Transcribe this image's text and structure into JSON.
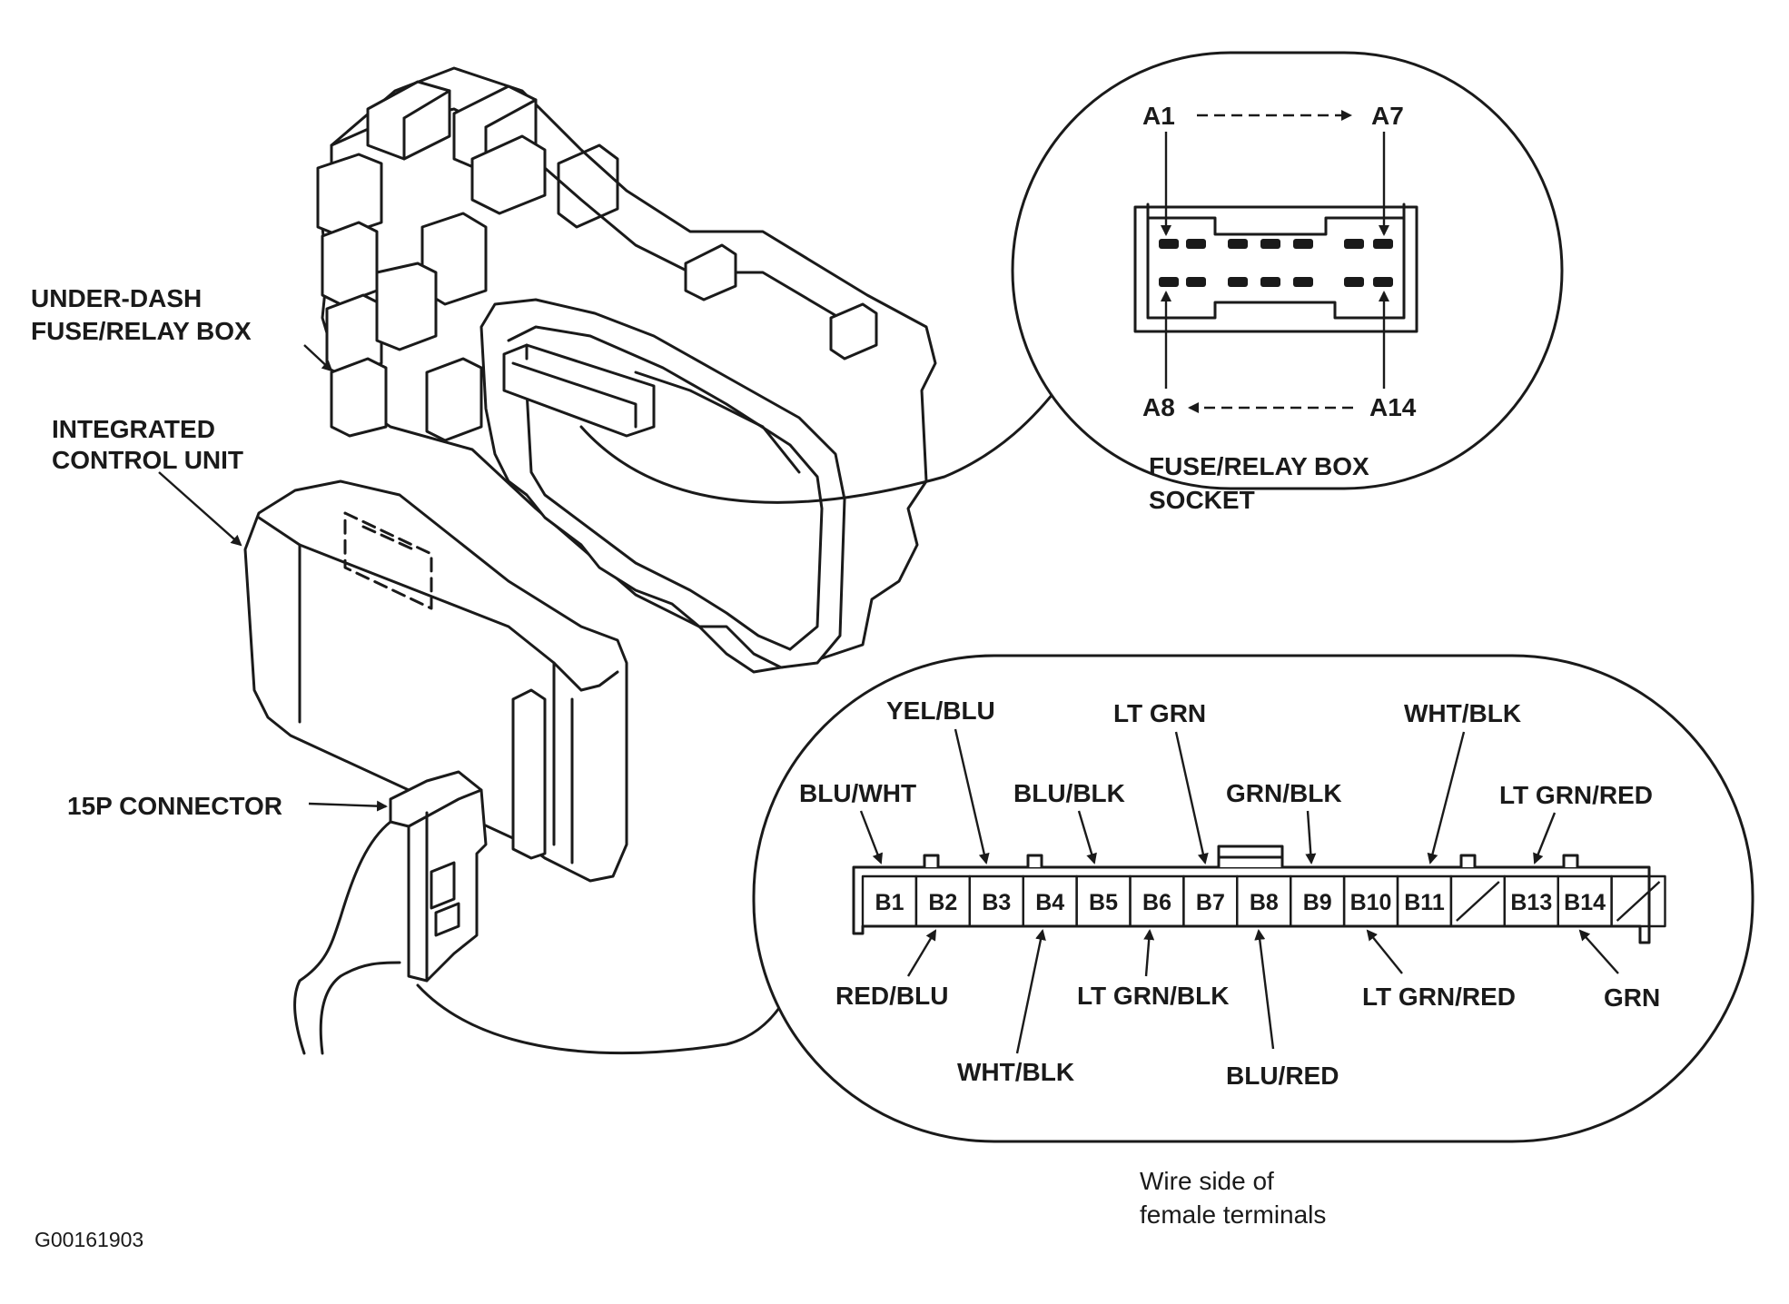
{
  "labels": {
    "under_dash": "UNDER-DASH",
    "fuse_relay_box": "FUSE/RELAY BOX",
    "integrated": "INTEGRATED",
    "control_unit": "CONTROL UNIT",
    "connector_15p": "15P CONNECTOR",
    "socket_line1": "FUSE/RELAY BOX",
    "socket_line2": "SOCKET",
    "wire_side_line1": "Wire side of",
    "wire_side_line2": "female terminals",
    "figure_code": "G00161903"
  },
  "socket_pins": {
    "a1": "A1",
    "a7": "A7",
    "a8": "A8",
    "a14": "A14"
  },
  "connector_b": {
    "pins": [
      "B1",
      "B2",
      "B3",
      "B4",
      "B5",
      "B6",
      "B7",
      "B8",
      "B9",
      "B10",
      "B11",
      "",
      "B13",
      "B14",
      ""
    ],
    "wires_top": {
      "b1": "BLU/WHT",
      "b3": "YEL/BLU",
      "b5": "BLU/BLK",
      "b7": "LT GRN",
      "b9": "GRN/BLK",
      "b11": "WHT/BLK",
      "b13": "LT GRN/RED"
    },
    "wires_bottom": {
      "b2": "RED/BLU",
      "b4": "WHT/BLK",
      "b6": "LT GRN/BLK",
      "b8": "BLU/RED",
      "b10": "LT GRN/RED",
      "b14": "GRN"
    }
  }
}
